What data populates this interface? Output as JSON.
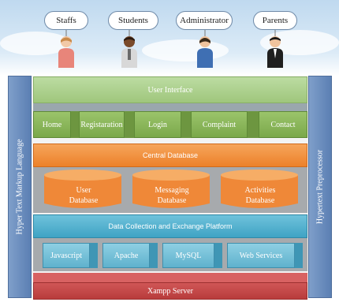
{
  "users": [
    {
      "label": "Staffs",
      "icon": "staff-person-icon"
    },
    {
      "label": "Students",
      "icon": "student-person-icon"
    },
    {
      "label": "Administrator",
      "icon": "administrator-person-icon"
    },
    {
      "label": "Parents",
      "icon": "parent-person-icon"
    }
  ],
  "left_label": "Hyper Text Markup Language",
  "right_label": "Hypertext Preprocessor",
  "user_interface": "User Interface",
  "pages": [
    "Home",
    "Registaration",
    "Login",
    "Complaint",
    "Contact"
  ],
  "central_database": "Central Database",
  "databases": [
    {
      "line1": "User",
      "line2": "Database"
    },
    {
      "line1": "Messaging",
      "line2": "Database"
    },
    {
      "line1": "Activities",
      "line2": "Database"
    }
  ],
  "platform": "Data Collection and Exchange Platform",
  "technologies": [
    "Javascript",
    "Apache",
    "MySQL",
    "Web Services"
  ],
  "server": "Xampp Server",
  "colors": {
    "ui_layer": "#a9cd8b",
    "page_boxes": "#8cba5b",
    "central_db": "#f08a34",
    "db_cylinders": "#ef8838",
    "platform": "#4fb3cf",
    "tech_boxes": "#79c2da",
    "server": "#c94b4b",
    "side_bars": "#6f90c0"
  }
}
